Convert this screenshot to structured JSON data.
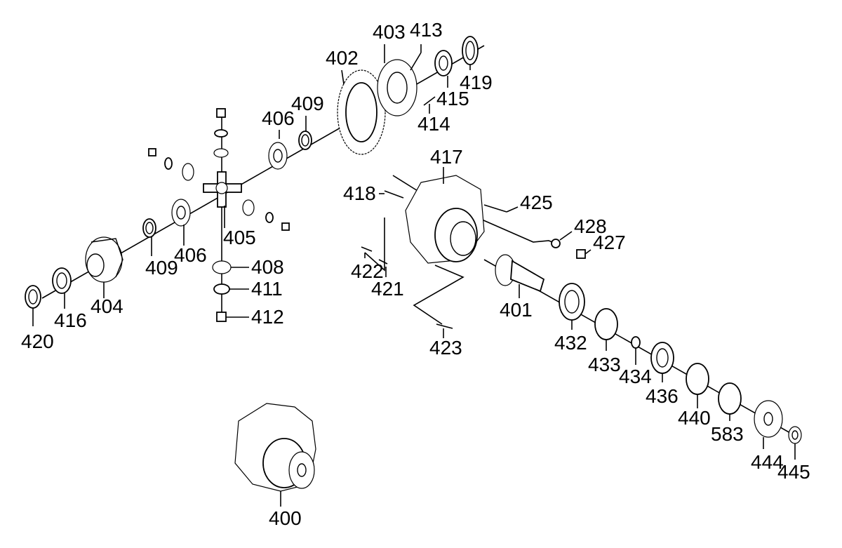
{
  "diagram": {
    "labels": {
      "p400": "400",
      "p401": "401",
      "p402": "402",
      "p403": "403",
      "p404": "404",
      "p405": "405",
      "p406a": "406",
      "p406b": "406",
      "p408": "408",
      "p409a": "409",
      "p409b": "409",
      "p411": "411",
      "p412": "412",
      "p413": "413",
      "p414": "414",
      "p415": "415",
      "p416": "416",
      "p417": "417",
      "p418": "418",
      "p419": "419",
      "p420": "420",
      "p421": "421",
      "p422": "422",
      "p423": "423",
      "p425": "425",
      "p427": "427",
      "p428": "428",
      "p432": "432",
      "p433": "433",
      "p434": "434",
      "p436": "436",
      "p440": "440",
      "p444": "444",
      "p445": "445",
      "p583": "583"
    }
  }
}
